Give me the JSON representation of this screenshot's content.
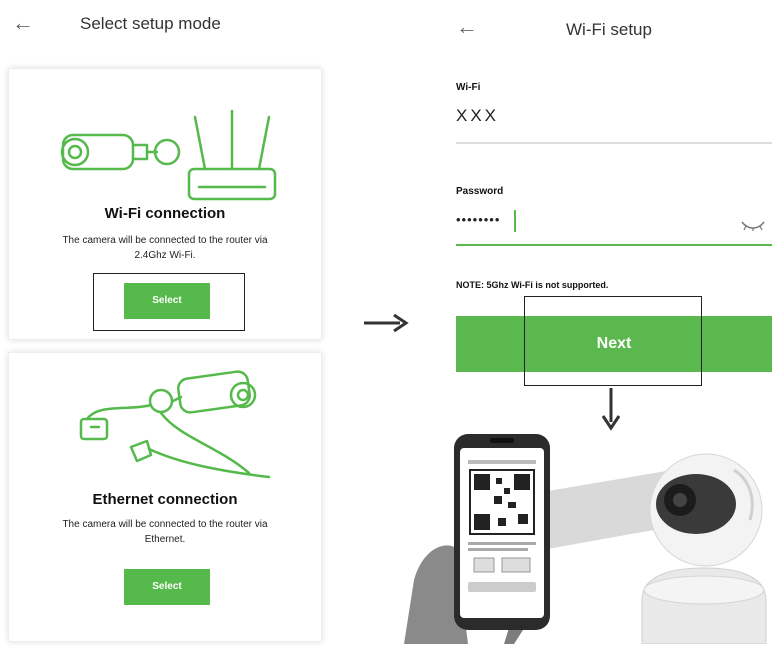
{
  "left_screen": {
    "title": "Select setup mode",
    "back_glyph": "←",
    "wifi_card": {
      "title": "Wi-Fi connection",
      "description": "The camera will be connected to the router via 2.4Ghz Wi-Fi.",
      "button_label": "Select"
    },
    "ethernet_card": {
      "title": "Ethernet connection",
      "description": "The camera will be connected to the router via Ethernet.",
      "button_label": "Select"
    }
  },
  "right_screen": {
    "title": "Wi-Fi setup",
    "back_glyph": "←",
    "wifi_label": "Wi-Fi",
    "wifi_value": "XXX",
    "password_label": "Password",
    "password_value": "••••••••",
    "note": "NOTE: 5Ghz Wi-Fi is not supported.",
    "next_label": "Next"
  },
  "colors": {
    "accent_green": "#55b94b",
    "underline_green": "#5ab84e",
    "text_dark": "#222222"
  },
  "icons": [
    "back-arrow-icon",
    "eye-icon",
    "right-arrow-icon",
    "down-arrow-icon"
  ]
}
